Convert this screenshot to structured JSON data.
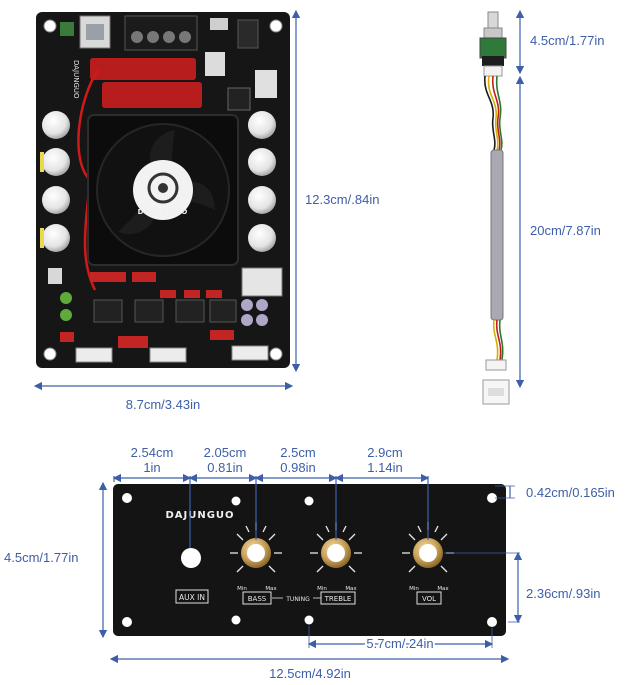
{
  "board": {
    "width_label": "8.7cm/3.43in",
    "height_label": "12.3cm/.84in",
    "brand": "DAJUNGUO",
    "fan_brand": "DAJUNGUO"
  },
  "potentiometer": {
    "top_label": "4.5cm/1.77in",
    "cable_label": "20cm/7.87in"
  },
  "panel": {
    "brand": "DAJUNGUO",
    "width_label": "12.5cm/4.92in",
    "height_label": "4.5cm/1.77in",
    "knob_offset_label": "2.36cm/.93in",
    "corner_hole_label": "0.42cm/0.165in",
    "bottom_span_label": "5.7cm/.24in",
    "spacings": [
      {
        "cm": "2.54cm",
        "in": "1in"
      },
      {
        "cm": "2.05cm",
        "in": "0.81in"
      },
      {
        "cm": "2.5cm",
        "in": "0.98in"
      },
      {
        "cm": "2.9cm",
        "in": "1.14in"
      }
    ],
    "aux_label": "AUX IN",
    "bass_label": "BASS",
    "treble_label": "TREBLE",
    "vol_label": "VOL",
    "tuning_label": "TUNING",
    "min_label": "Min",
    "max_label": "Max"
  },
  "colors": {
    "dimension": "#3d5fa8",
    "pcb": "#161616",
    "panel": "#141414",
    "knob_gold": "#c9a35c"
  }
}
